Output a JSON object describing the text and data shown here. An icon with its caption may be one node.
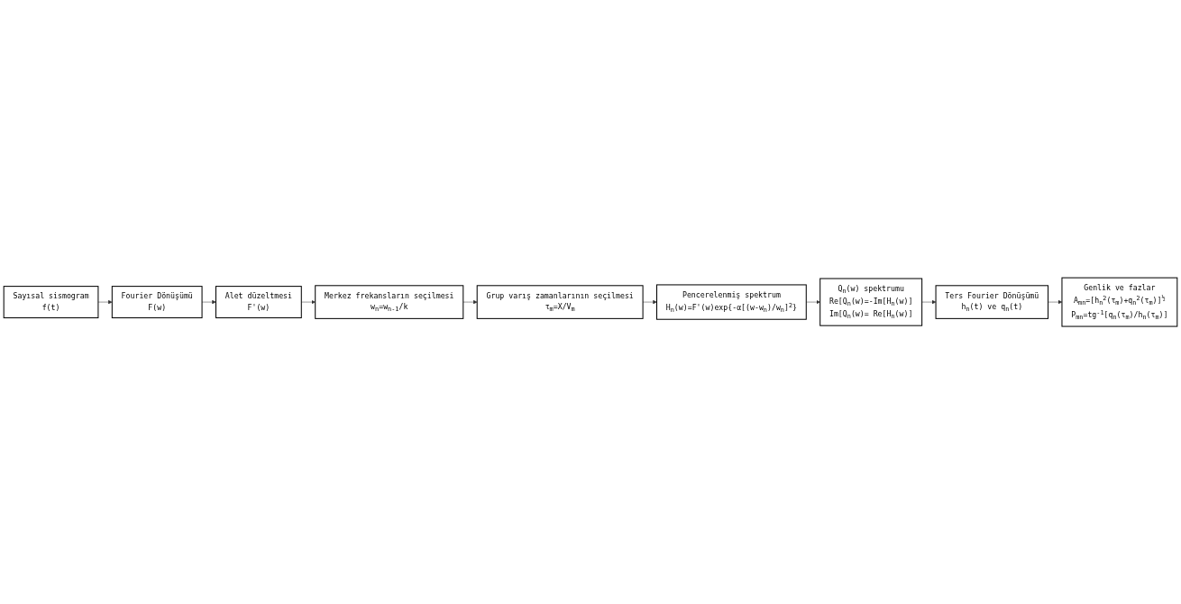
{
  "diagram": {
    "nodes": [
      {
        "text": [
          "Sayısal sismogram",
          "f(t)"
        ]
      },
      {
        "text": [
          "Fourier Dönüşümü",
          "F(w)"
        ]
      },
      {
        "text": [
          "Alet düzeltmesi",
          "F'(w)"
        ]
      },
      {
        "text": [
          "Merkez frekansların seçilmesi",
          "w$_{n}$=w$_{n-1}$/k"
        ]
      },
      {
        "text": [
          "Grup varış zamanlarının seçilmesi",
          "τ$_{m}$=X/V$_{m}$"
        ]
      },
      {
        "text": [
          "Pencerelenmiş spektrum",
          "H$_{n}$(w)=F'(w)exp{-α[(w-w$_{n}$)/w$_{n}$]$^{2}$}"
        ]
      },
      {
        "text": [
          "Q$_{n}$(w) spektrumu",
          "Re[Q$_{n}$(w)=-Im[H$_{n}$(w)]",
          "Im[Q$_{n}$(w)= Re[H$_{n}$(w)]"
        ]
      },
      {
        "text": [
          "Ters Fourier Dönüşümü",
          "h$_{n}$(t) ve q$_{n}$(t)"
        ]
      },
      {
        "text": [
          "Genlik ve fazlar",
          "A$_{mn}$=[h$_{n}$$^{2}$(τ$_{m}$)+q$_{n}$$^{2}$(τ$_{m}$)]$^{½}$",
          "P$_{mn}$=tg$^{-1}$[q$_{n}$(τ$_{m}$)/h$_{n}$(τ$_{m}$)]"
        ]
      }
    ],
    "edges": [
      {
        "from": 0,
        "to": 1,
        "arrow": "to"
      },
      {
        "from": 1,
        "to": 2,
        "arrow": "to"
      },
      {
        "from": 2,
        "to": 3,
        "arrow": "to"
      },
      {
        "from": 3,
        "to": 4,
        "arrow": "to"
      },
      {
        "from": 4,
        "to": 5,
        "arrow": "to"
      },
      {
        "from": 5,
        "to": 6,
        "arrow": "to"
      },
      {
        "from": 6,
        "to": 7,
        "arrow": "to"
      },
      {
        "from": 7,
        "to": 8,
        "arrow": "to"
      }
    ]
  }
}
